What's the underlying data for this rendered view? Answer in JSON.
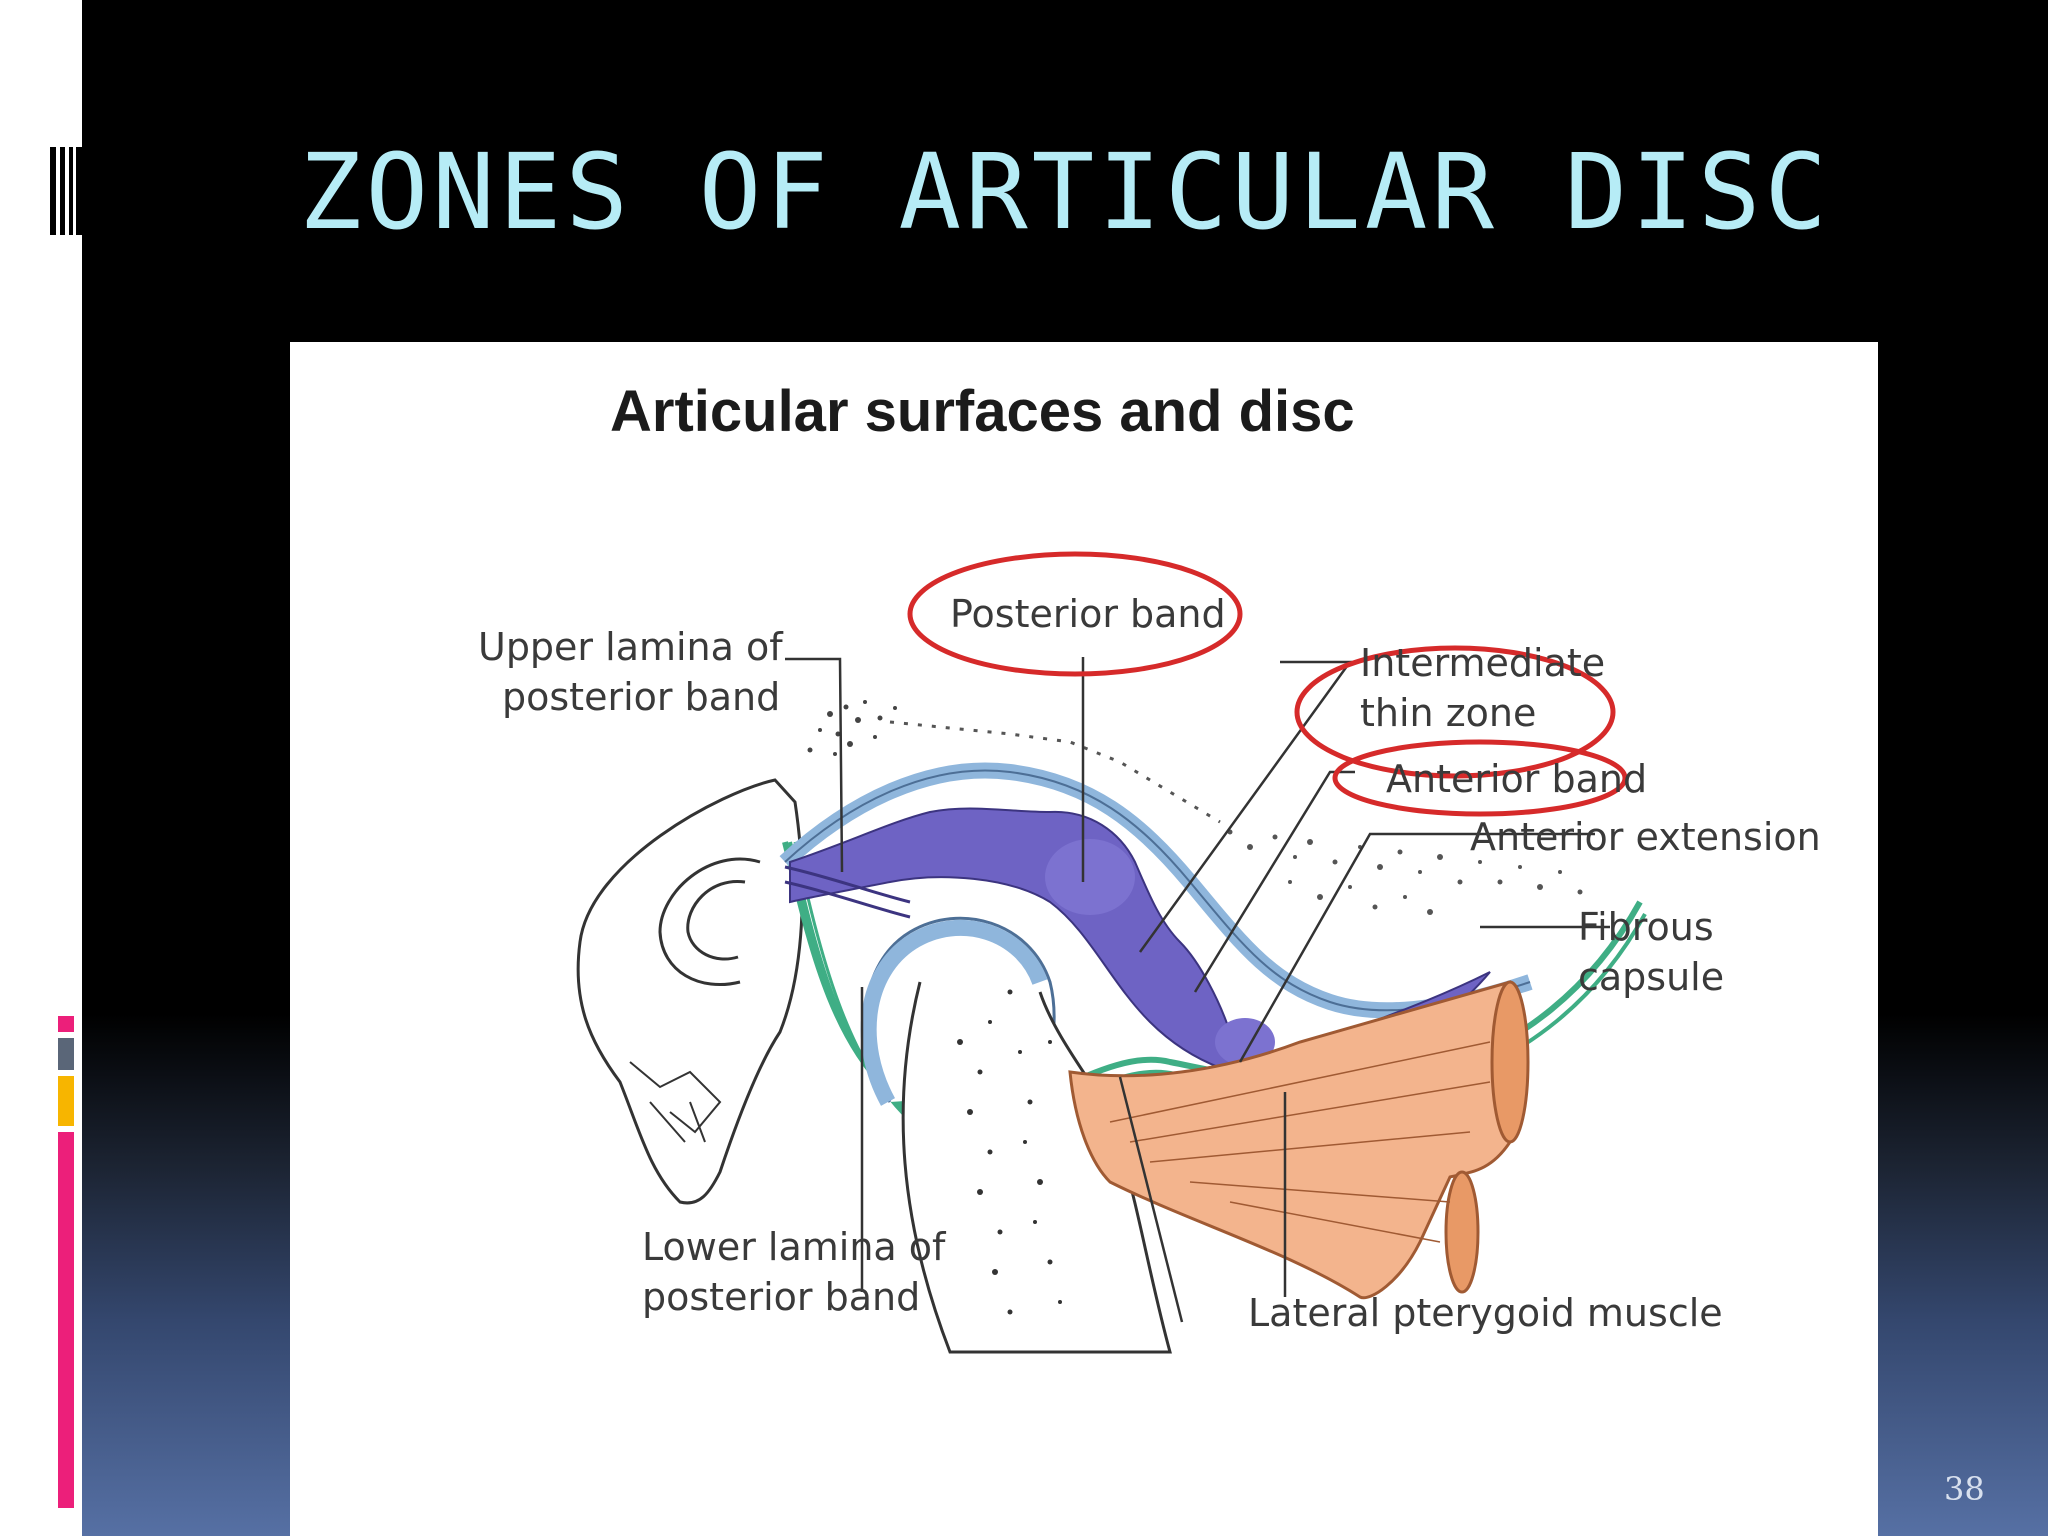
{
  "slide": {
    "title": "ZONES OF ARTICULAR DISC",
    "number": "38"
  },
  "figure": {
    "title": "Articular surfaces and disc",
    "labels": {
      "upper_lamina": "Upper lamina of posterior band",
      "upper_lamina_l1": "Upper lamina of",
      "upper_lamina_l2": "posterior band",
      "posterior_band": "Posterior band",
      "intermediate_l1": "Intermediate",
      "intermediate_l2": "thin zone",
      "anterior_band": "Anterior band",
      "anterior_extension": "Anterior extension",
      "fibrous_l1": "Fibrous",
      "fibrous_l2": "capsule",
      "lower_lamina_l1": "Lower lamina of",
      "lower_lamina_l2": "posterior band",
      "lateral_pterygoid": "Lateral pterygoid muscle"
    },
    "highlight_color": "#d62a2a",
    "disc_color": "#6e63c4",
    "fibrous_color": "#3fae85",
    "muscle_color": "#f3b48d"
  }
}
